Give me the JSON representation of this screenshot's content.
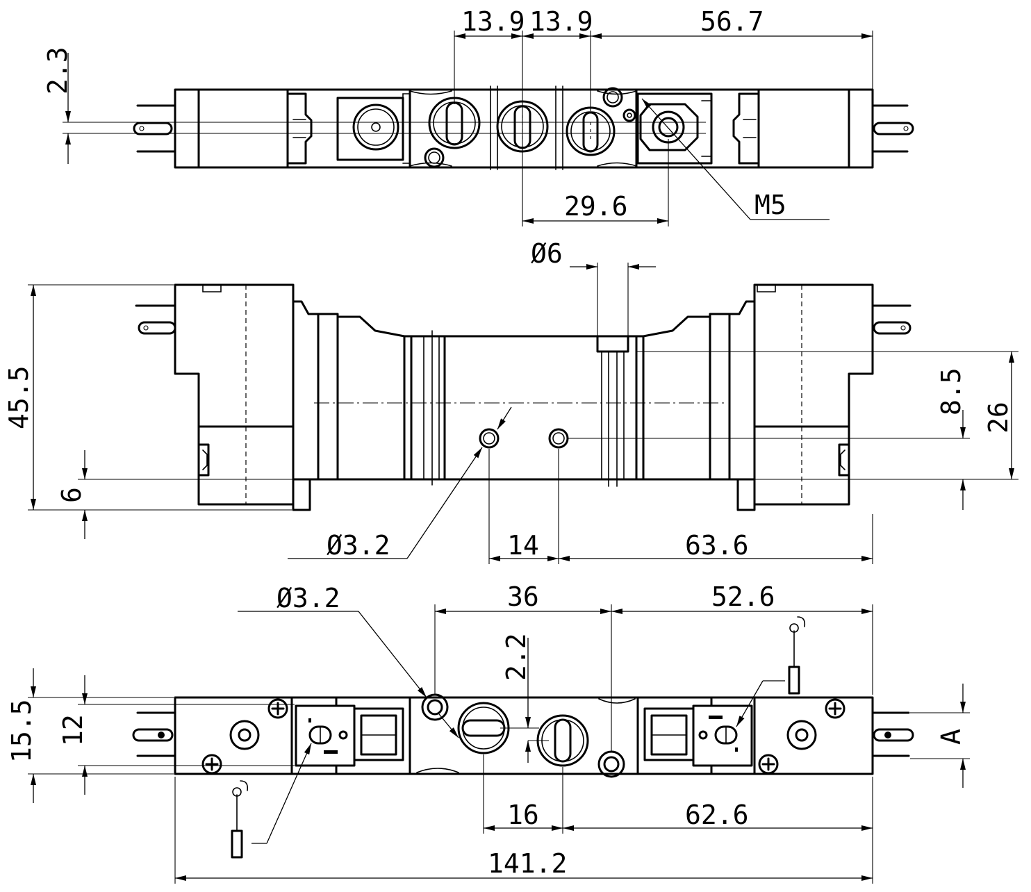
{
  "top_view": {
    "dims": {
      "d_2_3": "2.3",
      "d_13_9_a": "13.9",
      "d_13_9_b": "13.9",
      "d_56_7": "56.7",
      "d_29_6": "29.6",
      "thread": "M5"
    }
  },
  "side_view": {
    "dims": {
      "d_phi6": "Ø6",
      "d_45_5": "45.5",
      "d_6": "6",
      "d_8_5": "8.5",
      "d_26": "26",
      "d_phi3_2": "Ø3.2",
      "d_14": "14",
      "d_63_6": "63.6"
    }
  },
  "bottom_view": {
    "dims": {
      "d_phi3_2": "Ø3.2",
      "d_36": "36",
      "d_52_6": "52.6",
      "d_2_2": "2.2",
      "d_15_5": "15.5",
      "d_12": "12",
      "d_A": "A",
      "d_16": "16",
      "d_62_6": "62.6",
      "d_141_2": "141.2"
    }
  }
}
